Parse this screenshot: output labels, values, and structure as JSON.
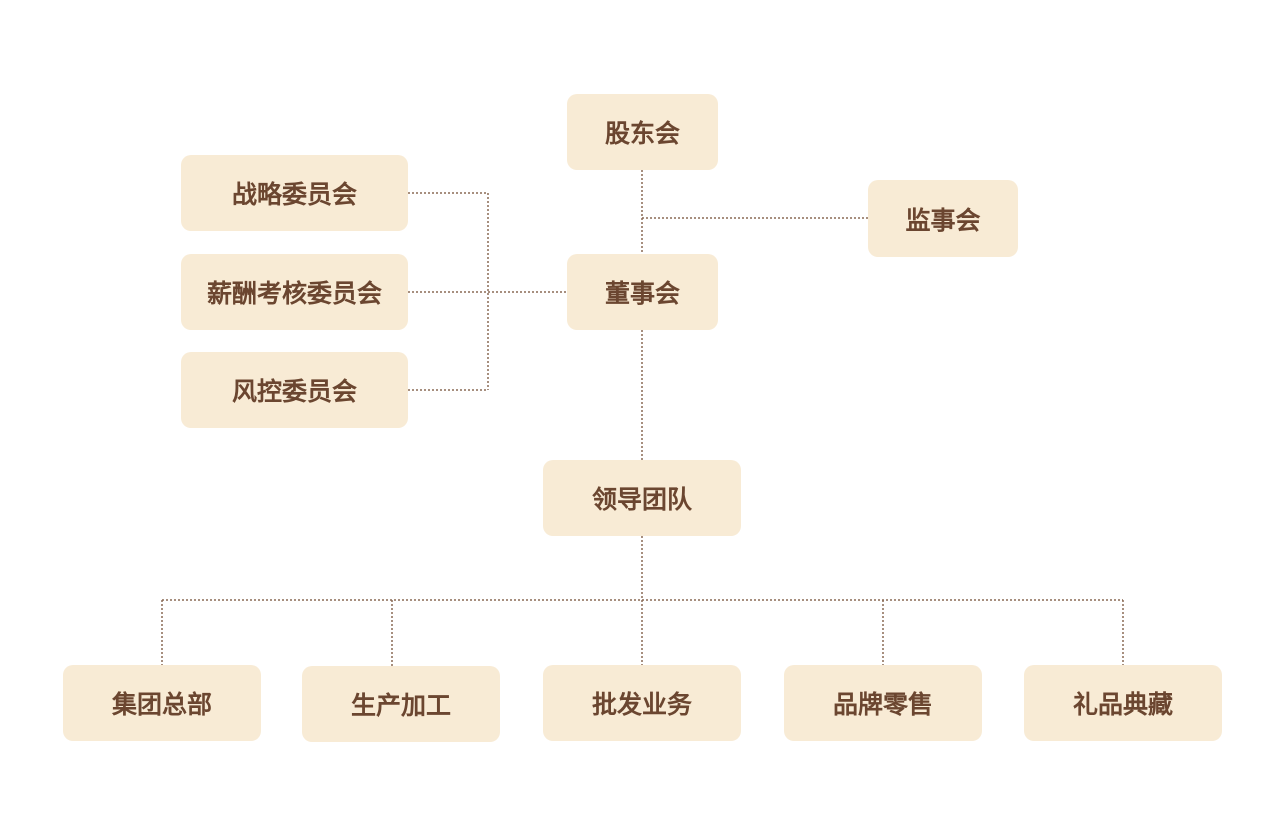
{
  "nodes": {
    "shareholders": "股东会",
    "supervisors": "监事会",
    "board": "董事会",
    "strategy_committee": "战略委员会",
    "compensation_committee": "薪酬考核委员会",
    "risk_committee": "风控委员会",
    "leadership_team": "领导团队",
    "divisions": [
      "集团总部",
      "生产加工",
      "批发业务",
      "品牌零售",
      "礼品典藏"
    ]
  },
  "colors": {
    "node_fill": "#f8ebd5",
    "node_text": "#6b4630",
    "connector": "#8a6a55"
  }
}
